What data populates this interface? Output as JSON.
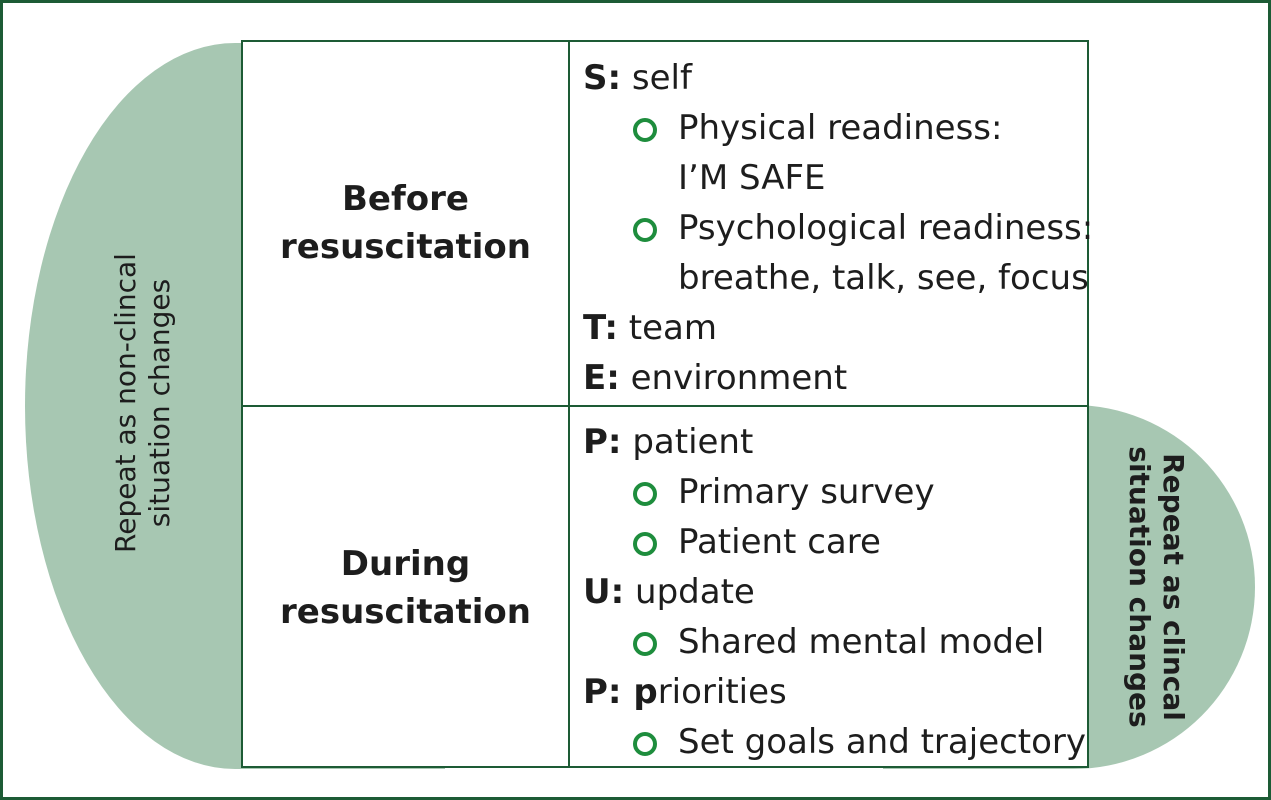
{
  "loops": {
    "left_line1": "Repeat as non-clincal",
    "left_line2": "situation changes",
    "right_line1": "Repeat as clincal",
    "right_line2": "situation changes"
  },
  "phases": {
    "before_line1": "Before",
    "before_line2": "resuscitation",
    "during_line1": "During",
    "during_line2": "resuscitation"
  },
  "steps_top": {
    "s_key": "S:",
    "s_text": " self",
    "s_b1_line1": "Physical readiness:",
    "s_b1_line2": "I’M SAFE",
    "s_b2_line1": "Psychological readiness:",
    "s_b2_line2": "breathe, talk, see, focus",
    "t_key": "T:",
    "t_text": " team",
    "e_key": "E:",
    "e_text": " environment"
  },
  "steps_bottom": {
    "p1_key": "P:",
    "p1_text": " patient",
    "p1_b1": "Primary survey",
    "p1_b2": "Patient care",
    "u_key": "U:",
    "u_text": " update",
    "u_b1": "Shared mental model",
    "p2_key": "P:",
    "p2_bold": " p",
    "p2_text": "riorities",
    "p2_b1": "Set goals and trajectory"
  },
  "colors": {
    "border": "#1d5b35",
    "loop_fill": "#a7c7b2",
    "bullet": "#1e8d3d"
  }
}
